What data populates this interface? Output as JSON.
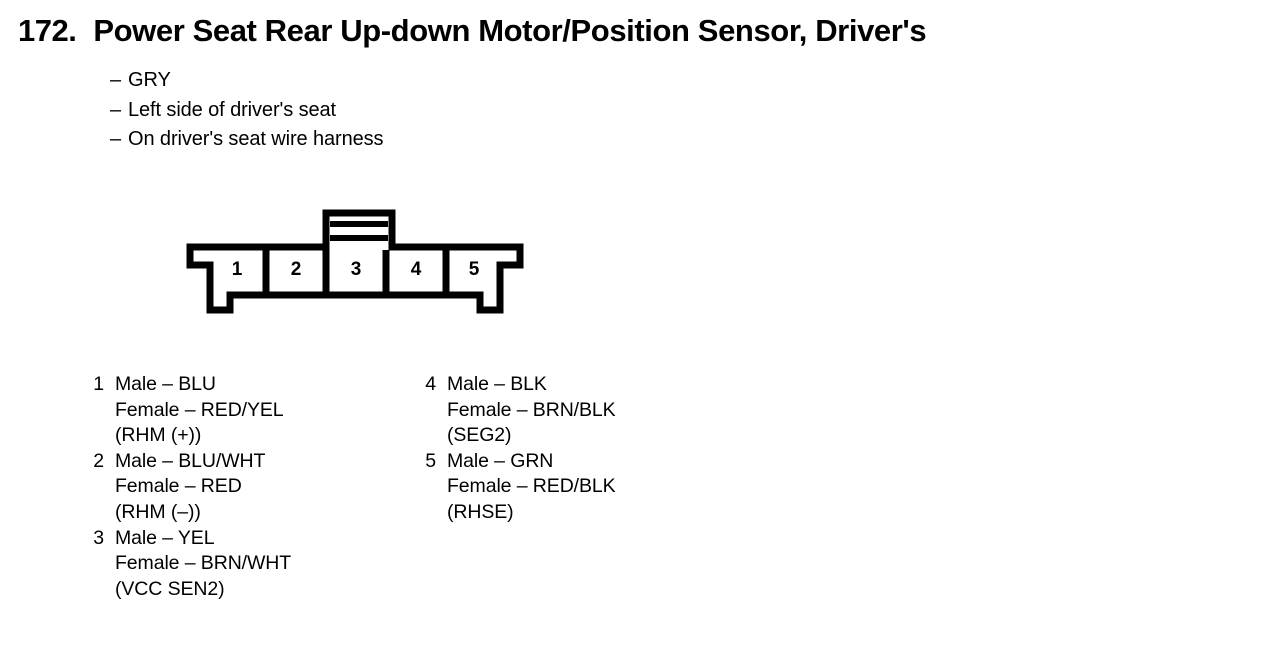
{
  "title": {
    "number": "172.",
    "text": "Power Seat Rear Up-down Motor/Position Sensor, Driver's"
  },
  "subtitle_lines": [
    {
      "dash": "–",
      "text": "GRY"
    },
    {
      "dash": "–",
      "text": "Left side of driver's seat"
    },
    {
      "dash": "–",
      "text": "On driver's seat wire harness"
    }
  ],
  "connector": {
    "pin_count": 5,
    "pin_labels": [
      "1",
      "2",
      "3",
      "4",
      "5"
    ],
    "latch_tab_slots": 2,
    "outline_color": "#000000"
  },
  "pin_list": {
    "left_column": [
      {
        "index": "1",
        "lines": [
          "Male – BLU",
          "Female – RED/YEL",
          "(RHM (+))"
        ]
      },
      {
        "index": "2",
        "lines": [
          "Male – BLU/WHT",
          "Female – RED",
          "(RHM (–))"
        ]
      },
      {
        "index": "3",
        "lines": [
          "Male – YEL",
          "Female – BRN/WHT",
          "(VCC SEN2)"
        ]
      }
    ],
    "right_column": [
      {
        "index": "4",
        "lines": [
          "Male – BLK",
          "Female – BRN/BLK",
          "(SEG2)"
        ]
      },
      {
        "index": "5",
        "lines": [
          "Male – GRN",
          "Female – RED/BLK",
          "(RHSE)"
        ]
      }
    ]
  }
}
